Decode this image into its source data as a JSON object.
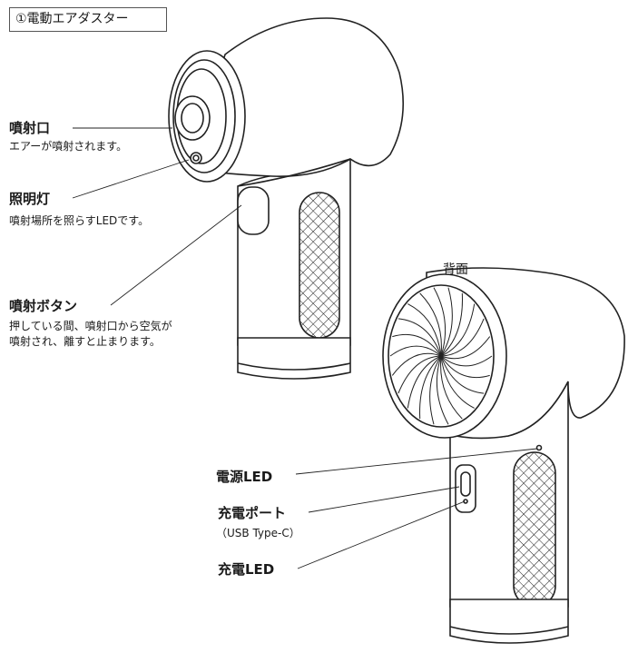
{
  "title": "①電動エアダスター",
  "back_label": "背面",
  "labels": {
    "nozzle": {
      "name": "噴射口",
      "desc": "エアーが噴射されます。"
    },
    "light": {
      "name": "照明灯",
      "desc": "噴射場所を照らすLEDです。"
    },
    "button": {
      "name": "噴射ボタン",
      "desc1": "押している間、噴射口から空気が",
      "desc2": "噴射され、離すと止まります。"
    },
    "power_led": {
      "name": "電源LED"
    },
    "charge_port": {
      "name": "充電ポート",
      "desc": "（USB Type-C）"
    },
    "charge_led": {
      "name": "充電LED"
    }
  }
}
